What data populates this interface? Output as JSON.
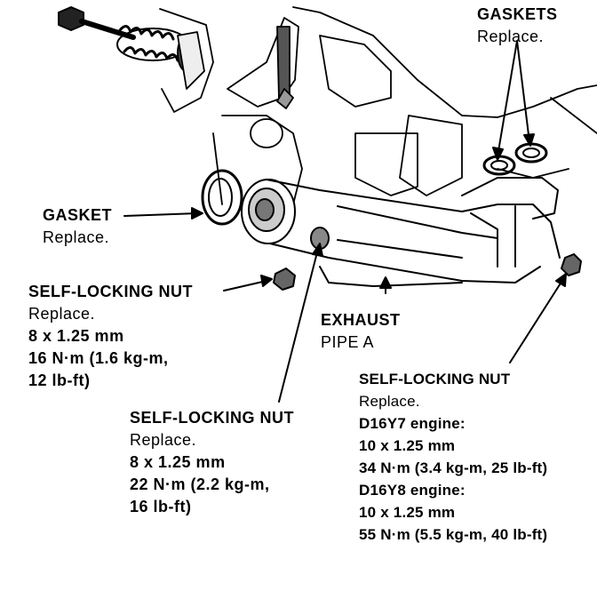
{
  "labels": {
    "gaskets_top": {
      "title": "GASKETS",
      "note": "Replace."
    },
    "gasket_left": {
      "title": "GASKET",
      "note": "Replace."
    },
    "nut_left": {
      "title": "SELF-LOCKING NUT",
      "note": "Replace.",
      "size": "8 x 1.25 mm",
      "torque_1": "16 N·m (1.6 kg-m,",
      "torque_2": "12 lb-ft)"
    },
    "exhaust_pipe": {
      "line1": "EXHAUST",
      "line2": "PIPE A"
    },
    "nut_center": {
      "title": "SELF-LOCKING NUT",
      "note": "Replace.",
      "size": "8 x 1.25 mm",
      "torque_1": "22 N·m (2.2 kg-m,",
      "torque_2": "16 lb-ft)"
    },
    "nut_right": {
      "title": "SELF-LOCKING NUT",
      "note": "Replace.",
      "engine_a": "D16Y7 engine:",
      "size_a": "10 x 1.25 mm",
      "torque_a": "34 N·m (3.4 kg-m, 25 lb-ft)",
      "engine_b": "D16Y8 engine:",
      "size_b": "10 x 1.25 mm",
      "torque_b": "55 N·m (5.5 kg-m, 40 lb-ft)"
    }
  },
  "colors": {
    "ink": "#000000",
    "paper": "#ffffff"
  }
}
